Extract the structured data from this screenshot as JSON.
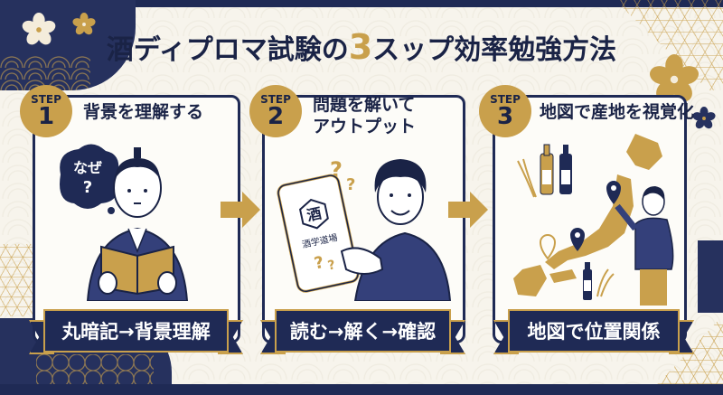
{
  "title": {
    "prefix": "酒ディプロマ試験の",
    "accent": "3",
    "suffix": "スップ効率勉強方法"
  },
  "colors": {
    "navy": "#1f2a55",
    "gold": "#c9a04c",
    "cream": "#f7f4ec",
    "card": "#fdfcf8"
  },
  "steps": [
    {
      "label": "STEP",
      "number": "1",
      "title": "背景を理解する",
      "illustration": "samurai-reading-book",
      "bubble": "なぜ?",
      "ribbon": "丸暗記→背景理解"
    },
    {
      "label": "STEP",
      "number": "2",
      "title_line1": "問題を解いて",
      "title_line2": "アウトプット",
      "illustration": "man-with-smartphone-app",
      "app_icon": "酒",
      "app_name": "酒学道場",
      "ribbon": "読む→解く→確認"
    },
    {
      "label": "STEP",
      "number": "3",
      "title": "地図で産地を視覚化",
      "illustration": "man-pointing-at-japan-map",
      "ribbon": "地図で位置関係"
    }
  ],
  "icons": {
    "arrow": "arrow-right-icon",
    "flower": "sakura-icon",
    "pin": "map-pin-icon",
    "bottle": "sake-bottle-icon",
    "rice": "rice-plant-icon"
  }
}
